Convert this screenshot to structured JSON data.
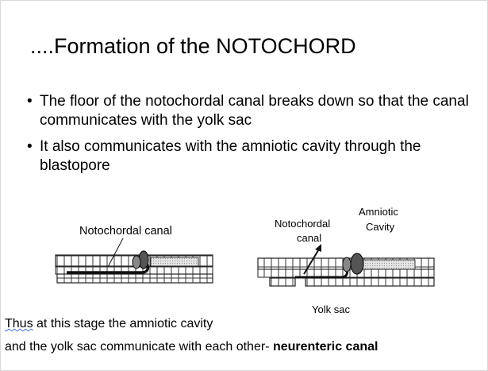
{
  "slide": {
    "title": "....Formation of the NOTOCHORD",
    "bullets": [
      "The floor of the notochordal canal breaks down so that the canal communicates with the yolk sac",
      "It also communicates with the amniotic cavity through the blastopore"
    ],
    "bullet_symbol": "•"
  },
  "diagram": {
    "left_label": "Notochordal canal",
    "right_labels": {
      "notochordal_canal": [
        "Notochordal",
        "canal"
      ],
      "amniotic_cavity": [
        "Amniotic",
        "Cavity"
      ],
      "yolk_sac": "Yolk sac"
    }
  },
  "footer": {
    "line1_underlined": "Thus",
    "line1_rest": " at this stage the amniotic cavity",
    "line2_plain": "and the yolk sac communicate with each other- ",
    "line2_bold": "neurenteric canal"
  }
}
